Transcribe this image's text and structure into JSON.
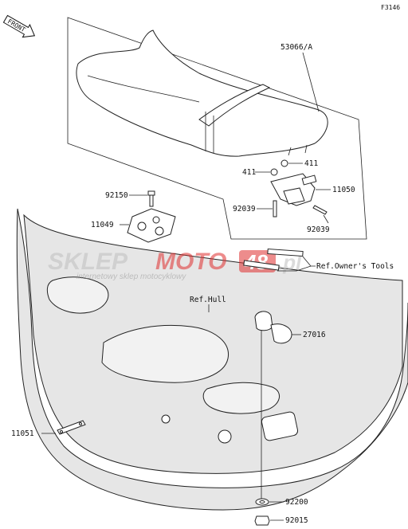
{
  "figure_code": "F3146",
  "front_label": "FRONT",
  "watermark": {
    "brand_a": "SKLEP",
    "brand_b": "MOTO",
    "brand_badge": "48",
    "brand_c": ".pl",
    "tagline": "internetowy sklep motocyklowy"
  },
  "parts": {
    "seat": "53066/A",
    "nut_a": "411",
    "nut_b": "411",
    "bracket": "11050",
    "bolt_left": "92039",
    "bolt_right": "92039",
    "bolt_top": "92150",
    "plate": "11049",
    "ref_tools": "Ref.Owner's Tools",
    "ref_hull": "Ref.Hull",
    "cap": "27016",
    "strap": "11051",
    "washer": "92200",
    "nut_bottom": "92015"
  },
  "colors": {
    "hull_fill": "#e6e6e6",
    "watermark_red": "#e03030",
    "watermark_gray": "#bfbfbf"
  }
}
